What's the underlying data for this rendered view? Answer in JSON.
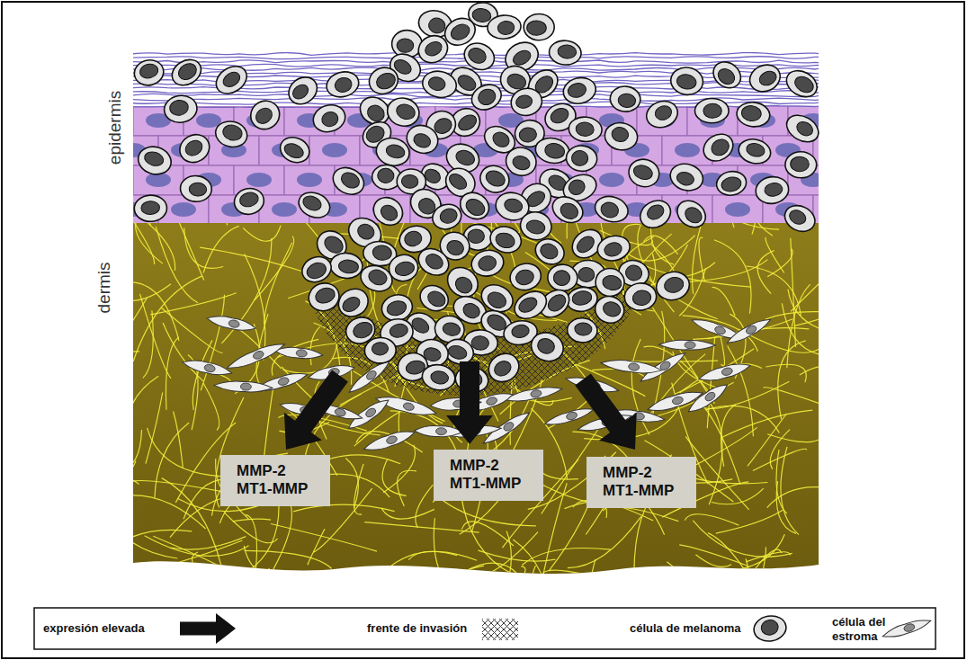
{
  "diagram": {
    "nodes": [
      {
        "text": [
          "MMP-2 MT1-MMP"
        ]
      },
      {
        "text": [
          "MMP-2 MT1-MMP"
        ]
      },
      {
        "text": [
          "MMP-2 MT1-MMP"
        ]
      }
    ],
    "labels": [
      "epidermis",
      "dermis"
    ],
    "legend": [
      {
        "text": "expresión elevada"
      },
      {
        "text": "frente de invasión"
      },
      {
        "text": "célula de melanoma"
      },
      {
        "text": "célula del estroma"
      }
    ]
  }
}
